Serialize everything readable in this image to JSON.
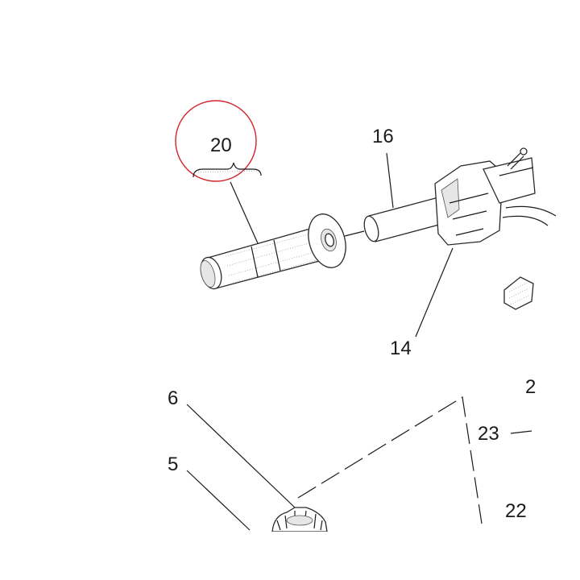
{
  "callouts": {
    "c20": "20",
    "c16": "16",
    "c14": "14",
    "c6": "6",
    "c5": "5",
    "c23": "23",
    "c22": "22",
    "c2_partial": "2"
  },
  "colors": {
    "highlight_circle": "#d2232a",
    "line": "#1a1a1a",
    "background": "#ffffff"
  },
  "highlighted_callout": "20"
}
